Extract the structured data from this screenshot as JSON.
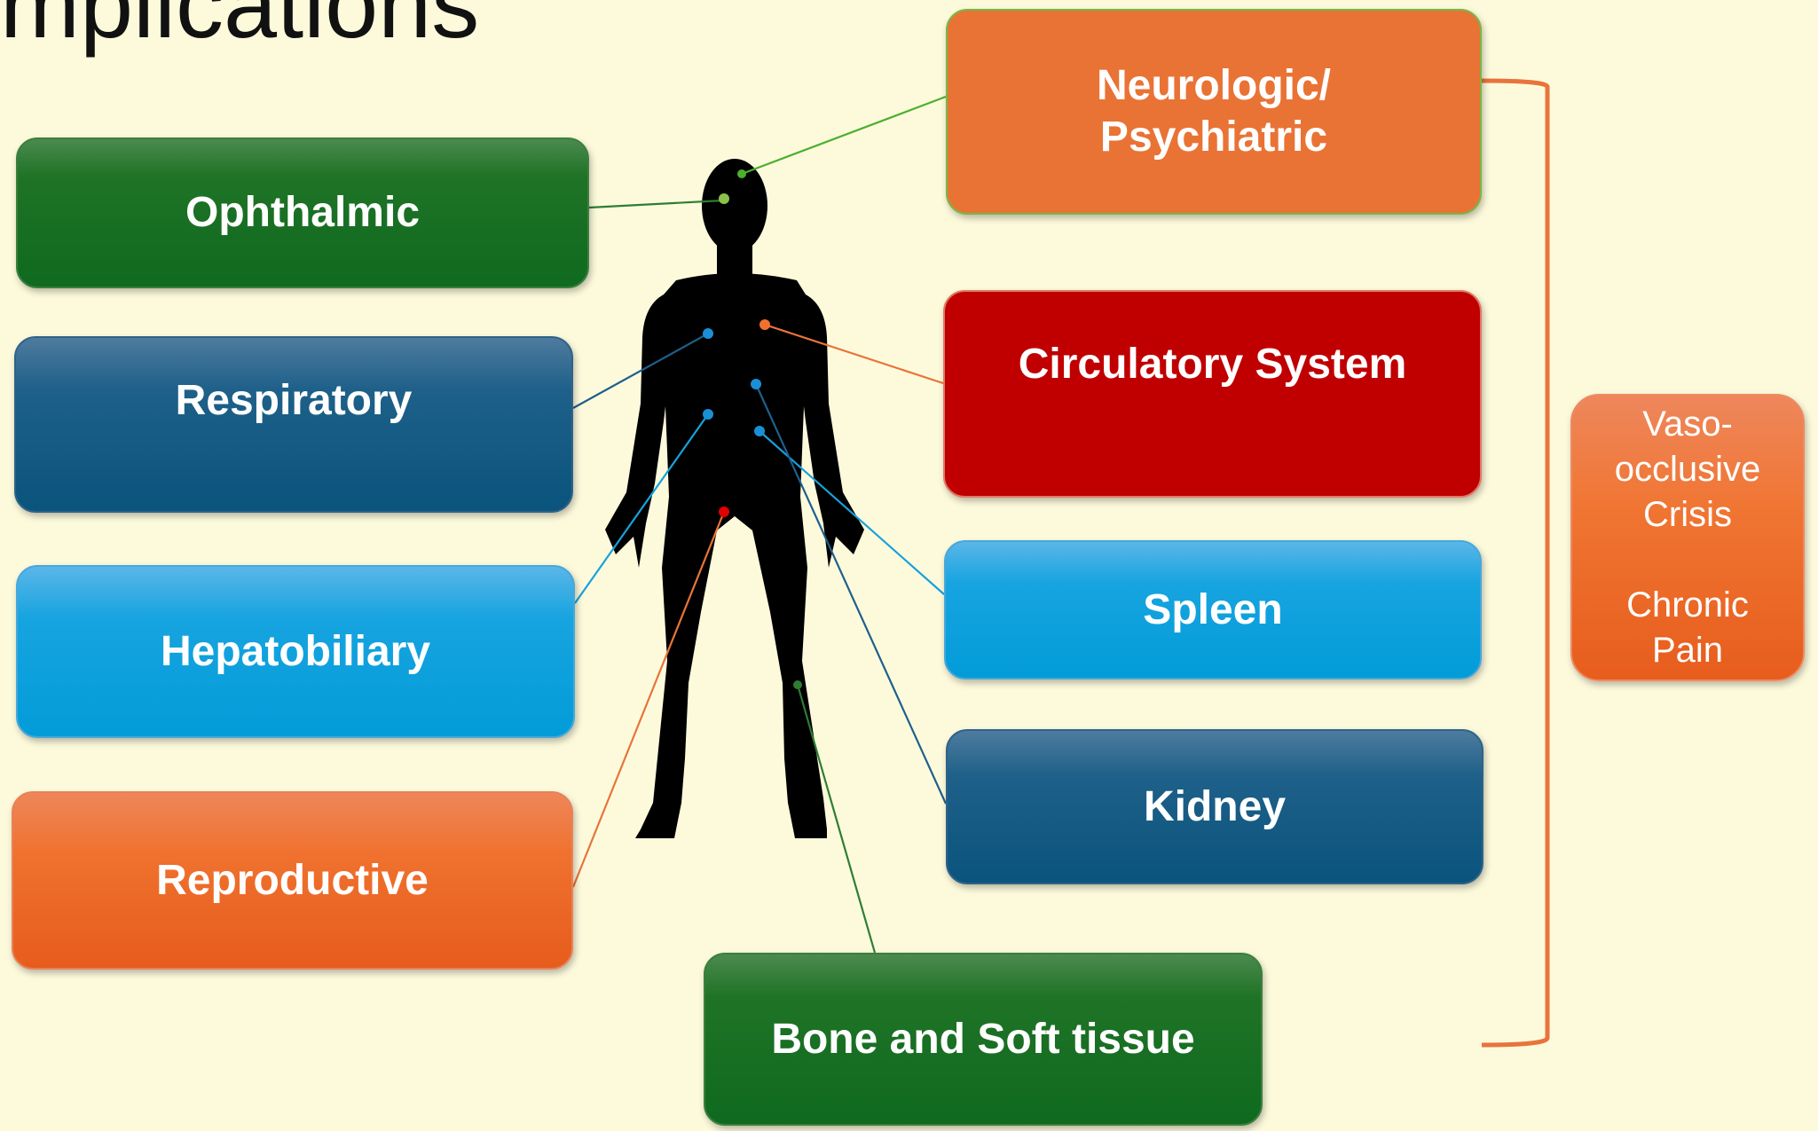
{
  "title": "mplications",
  "categories": {
    "ophthalmic": "Ophthalmic",
    "respiratory": "Respiratory",
    "hepatobiliary": "Hepatobiliary",
    "reproductive": "Reproductive",
    "neurologic": "Neurologic/\nPsychiatric",
    "circulatory": "Circulatory System",
    "spleen": "Spleen",
    "kidney": "Kidney",
    "bone": "Bone and Soft tissue"
  },
  "side_note": {
    "line1": "Vaso-",
    "line2": "occlusive",
    "line3": "Crisis",
    "line4": "Chronic",
    "line5": "Pain"
  },
  "colors": {
    "green": "#0f6a1f",
    "navy": "#0a547d",
    "sky": "#029cd8",
    "orange": "#e65c1d",
    "red": "#c00000",
    "background": "#fdfadc",
    "bracket": "#e8743b"
  }
}
